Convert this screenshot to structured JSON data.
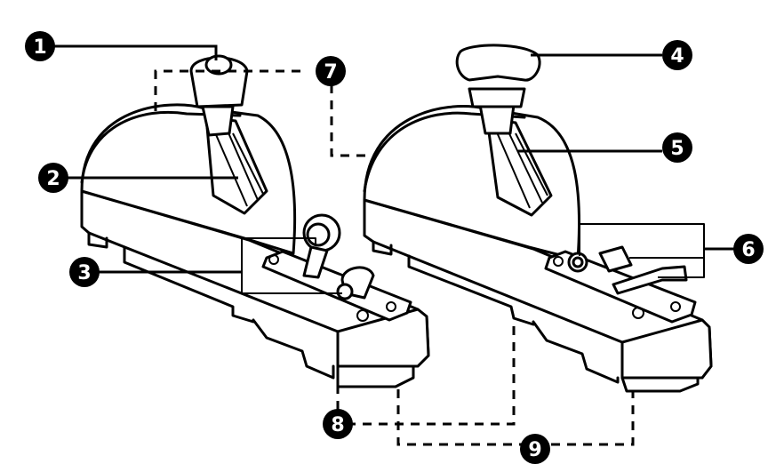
{
  "callouts": [
    {
      "id": "1",
      "label": "1"
    },
    {
      "id": "2",
      "label": "2"
    },
    {
      "id": "3",
      "label": "3"
    },
    {
      "id": "4",
      "label": "4"
    },
    {
      "id": "5",
      "label": "5"
    },
    {
      "id": "6",
      "label": "6"
    },
    {
      "id": "7",
      "label": "7"
    },
    {
      "id": "8",
      "label": "8"
    },
    {
      "id": "9",
      "label": "9"
    }
  ],
  "colors": {
    "line": "#000000",
    "background": "#ffffff",
    "badge_fill": "#000000",
    "badge_text": "#ffffff"
  }
}
